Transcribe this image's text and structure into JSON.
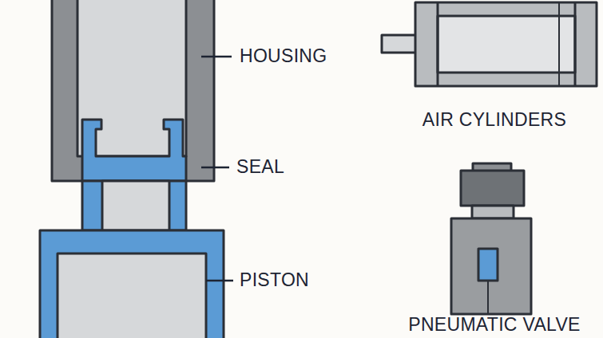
{
  "diagram": {
    "labels": [
      "HOUSING",
      "SEAL",
      "PISTON",
      "AIR CYLINDERS",
      "PNEUMATIC VALVE"
    ]
  }
}
